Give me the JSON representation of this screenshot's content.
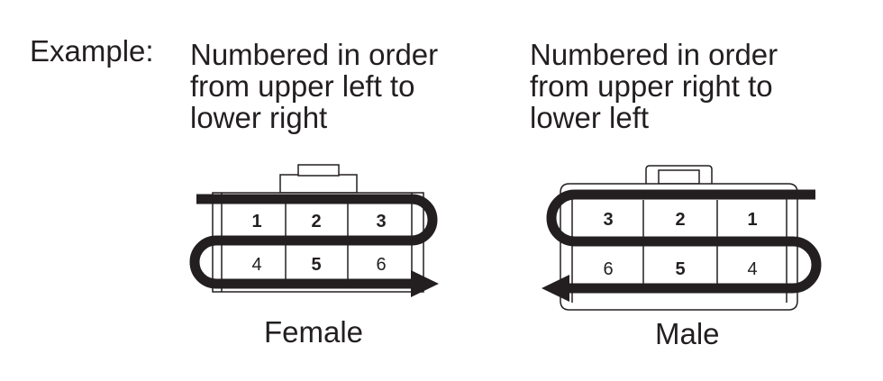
{
  "heading": "Example:",
  "female": {
    "description_lines": [
      "Numbered in order",
      "from upper left to",
      "lower right"
    ],
    "caption": "Female",
    "top_row": [
      "1",
      "2",
      "3"
    ],
    "bottom_row": [
      "4",
      "5",
      "6"
    ]
  },
  "male": {
    "description_lines": [
      "Numbered in order",
      "from upper right to",
      "lower left"
    ],
    "caption": "Male",
    "top_row": [
      "3",
      "2",
      "1"
    ],
    "bottom_row": [
      "6",
      "5",
      "4"
    ]
  },
  "colors": {
    "ink": "#231f20",
    "background": "#ffffff"
  }
}
